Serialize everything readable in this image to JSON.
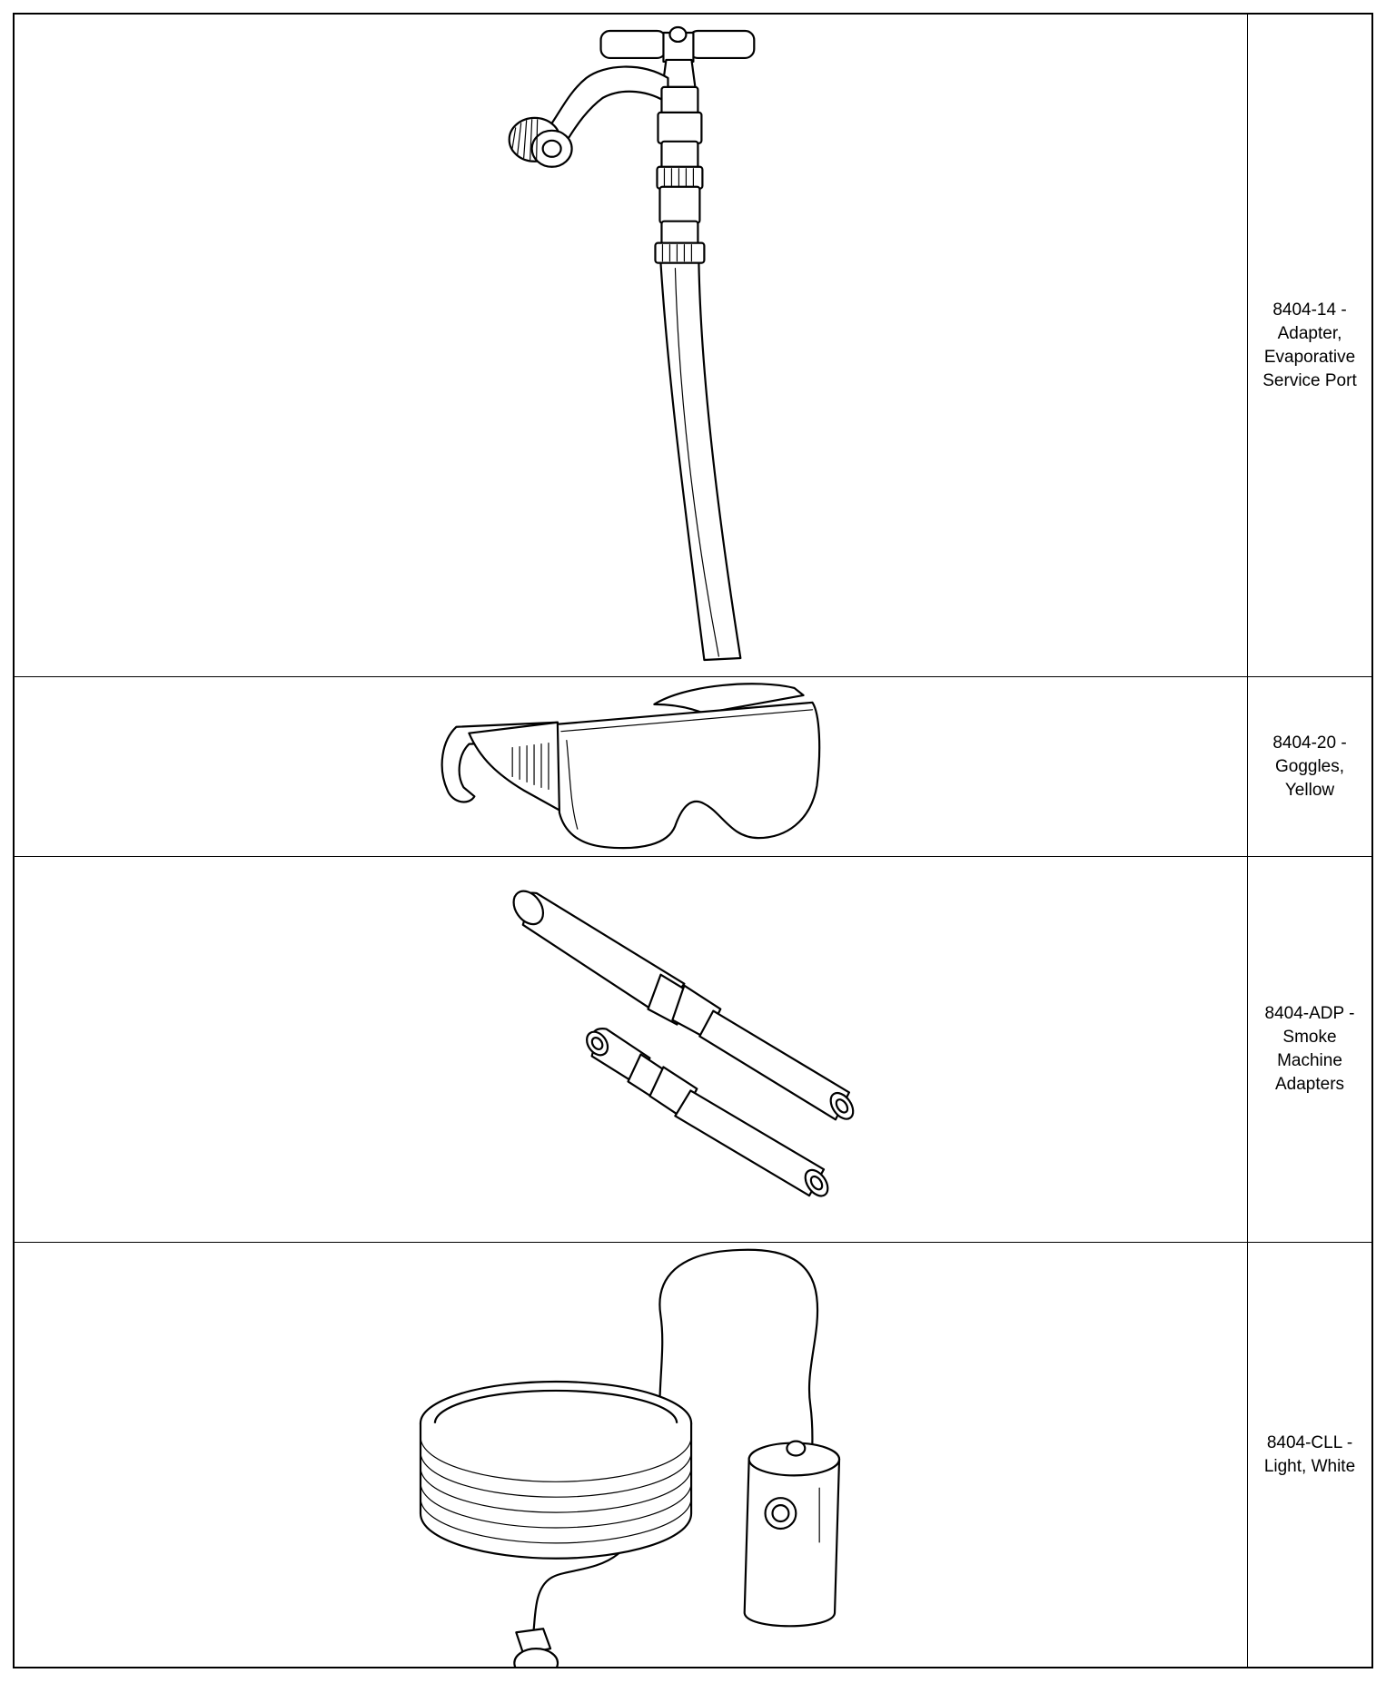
{
  "tools": [
    {
      "label": "8404-14 - Adapter, Evaporative Service Port",
      "illustration": "evaporative-service-port-adapter"
    },
    {
      "label": "8404-20 - Goggles, Yellow",
      "illustration": "yellow-goggles"
    },
    {
      "label": "8404-ADP - Smoke Machine Adapters",
      "illustration": "smoke-machine-adapters"
    },
    {
      "label": "8404-CLL - Light, White",
      "illustration": "white-light"
    }
  ]
}
